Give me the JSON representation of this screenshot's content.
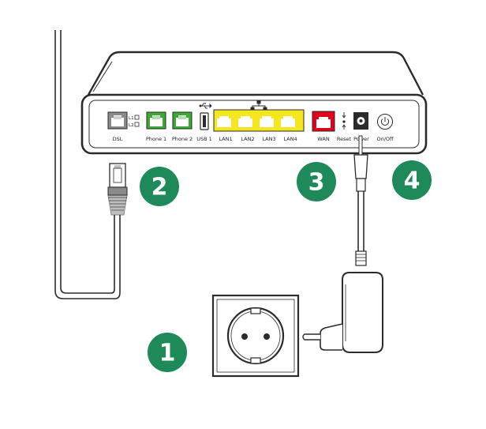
{
  "colors": {
    "step_badge": "#1e8a5a",
    "phone_port": "#3aaa35",
    "lan_port": "#f5e61e",
    "wan_port": "#e3001b",
    "dsl_port": "#8a8a8a",
    "outline": "#2b2b2b"
  },
  "router": {
    "ports": {
      "dsl": "DSL",
      "phone1": "Phone 1",
      "phone2": "Phone 2",
      "usb1": "USB 1",
      "lan1": "LAN1",
      "lan2": "LAN2",
      "lan3": "LAN3",
      "lan4": "LAN4",
      "wan": "WAN",
      "reset": "Reset",
      "power": "Power",
      "onoff": "On/Off"
    },
    "leds": {
      "l1": "L1",
      "l2": "L2"
    },
    "icons": {
      "usb": "usb-icon",
      "network": "network-icon",
      "power_button": "power-button-icon"
    }
  },
  "steps": {
    "one": "1",
    "two": "2",
    "three": "3",
    "four": "4"
  }
}
